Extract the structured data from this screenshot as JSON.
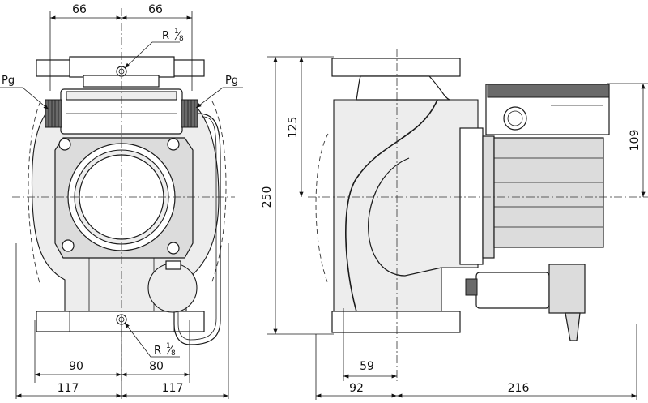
{
  "front_view": {
    "dims": {
      "top_left": "66",
      "top_right": "66",
      "bottom_inner_left": "90",
      "bottom_inner_right": "80",
      "bottom_outer_left": "117",
      "bottom_outer_right": "117"
    },
    "labels": {
      "pg_left": "Pg",
      "pg_right": "Pg",
      "r_top_prefix": "R",
      "r_top_num": "1",
      "r_top_den": "8",
      "r_bottom_prefix": "R",
      "r_bottom_num": "1",
      "r_bottom_den": "8"
    }
  },
  "side_view": {
    "dims": {
      "height_total": "250",
      "height_upper": "125",
      "motor_offset": "109",
      "bottom_inner": "59",
      "bottom_left": "92",
      "bottom_right": "216"
    }
  }
}
